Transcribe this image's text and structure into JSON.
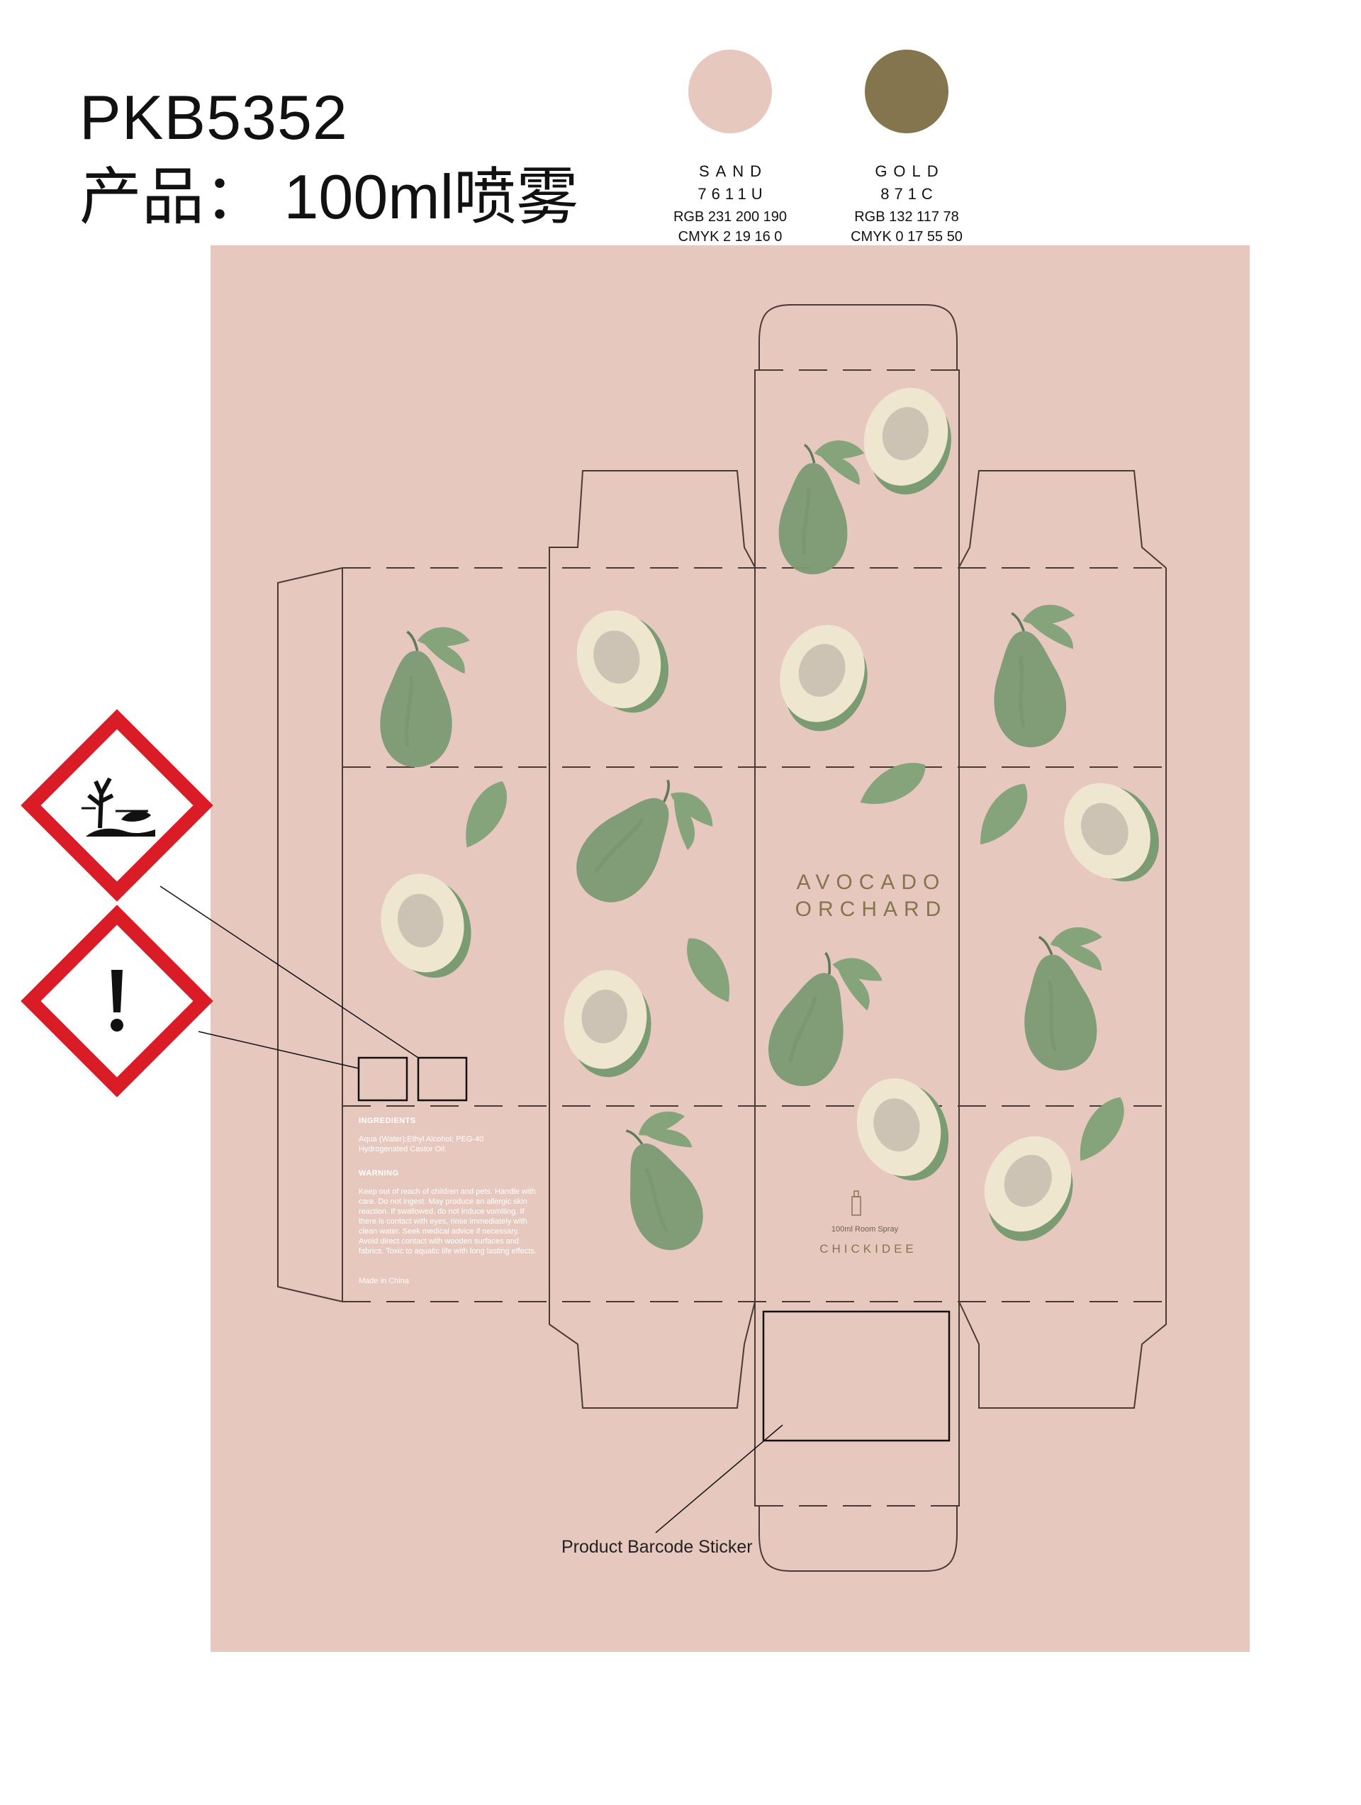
{
  "header": {
    "code": "PKB5352",
    "product_line": "产品：  100ml喷雾"
  },
  "swatches": [
    {
      "name": "SAND",
      "pantone": "7611U",
      "rgb": "RGB 231 200 190",
      "cmyk": "CMYK 2 19 16 0",
      "color": "#e7c8be"
    },
    {
      "name": "GOLD",
      "pantone": "871C",
      "rgb": "RGB 132 117 78",
      "cmyk": "CMYK 0 17 55 50",
      "color": "#84754e"
    }
  ],
  "hazard_icons": [
    "environment-hazard-icon",
    "exclamation-hazard-icon"
  ],
  "side_panel": {
    "ingredients_heading": "INGREDIENTS",
    "ingredients_text": "Aqua (Water);Ethyl Alcohol; PEG-40 Hydrogenated Castor Oil.",
    "warning_heading": "WARNING",
    "warning_text": "Keep out of reach of children and pets. Handle with care. Do not ingest. May produce an allergic skin reaction. If swallowed, do not induce vomiting. If there is contact with eyes, rinse immediately with clean water. Seek medical advice if necessary. Avoid direct contact with wooden surfaces and fabrics. Toxic to aquatic life with long lasting effects.",
    "origin": "Made in China"
  },
  "front_panel": {
    "title_line1": "AVOCADO",
    "title_line2": "ORCHARD",
    "product_desc": "100ml Room Spray",
    "brand": "CHICKIDEE"
  },
  "barcode_label": "Product Barcode Sticker",
  "colors": {
    "sand": "#e7c8be",
    "gold": "#84754e",
    "avocado_green": "#7b9b73",
    "leaf_green": "#86a47c",
    "flesh": "#efe6d0",
    "pit": "#cdc3b4"
  }
}
